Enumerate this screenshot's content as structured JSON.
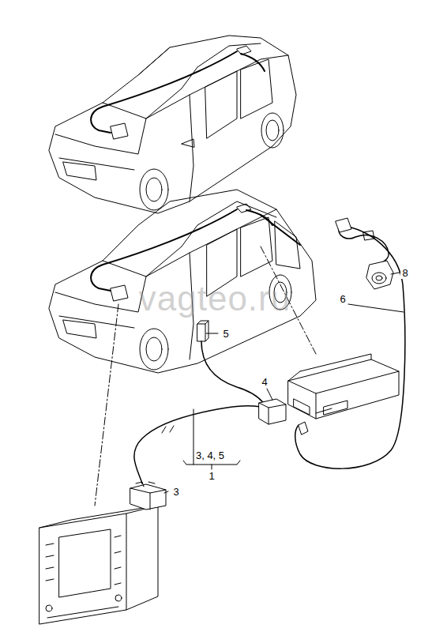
{
  "diagram": {
    "labels": [
      "5",
      "4",
      "6",
      "8",
      "3, 4, 5",
      "1",
      "3",
      "vagteo.ru"
    ]
  }
}
